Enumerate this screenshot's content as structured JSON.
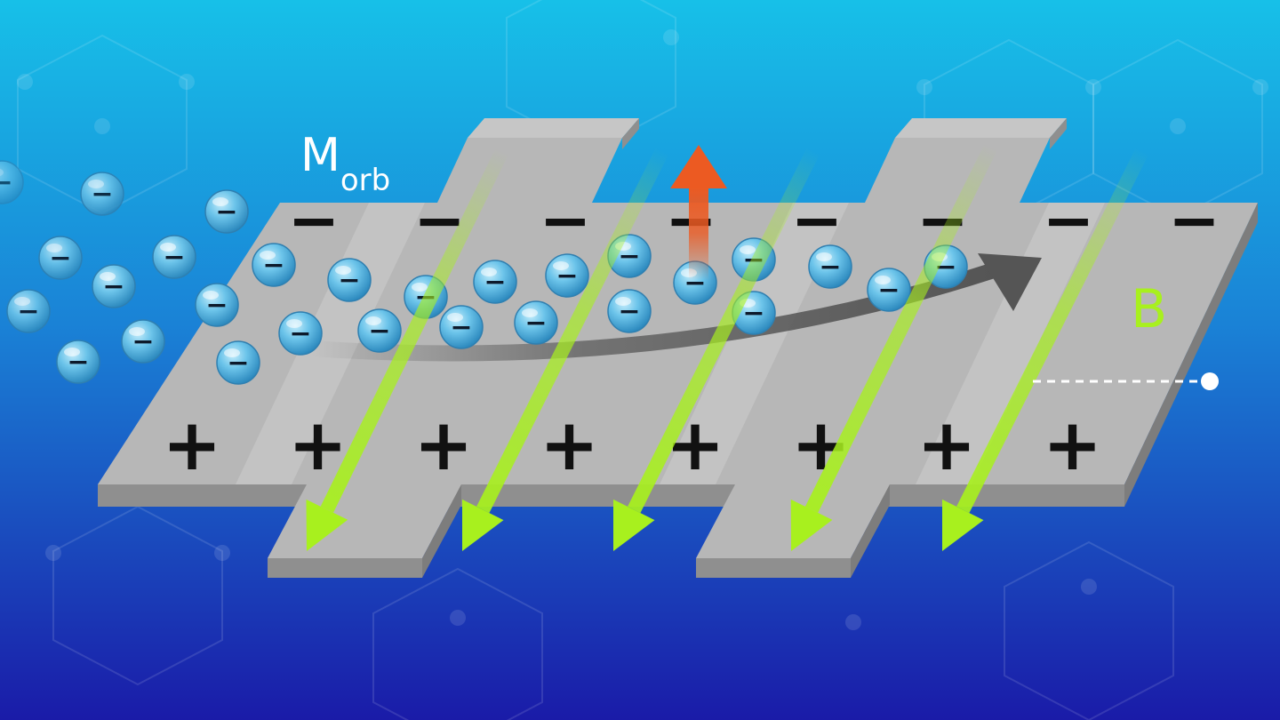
{
  "labels": {
    "moment_main": "M",
    "moment_sub": "orb",
    "field": "B"
  },
  "symbols": {
    "negative_charge": "−",
    "positive_charge": "+",
    "electron": "−"
  },
  "colors": {
    "background_top": "#17c0e8",
    "background_bottom": "#1a1ba8",
    "slab_top": "#b7b7b7",
    "slab_stripe": "#c4c4c4",
    "slab_edge": "#8f8f8f",
    "field_arrow": "#a8f01e",
    "moment_arrow": "#ec5a22",
    "current_arrow": "#555555",
    "electron": "#66bfe6",
    "text_white": "#ffffff",
    "field_label": "#a8f01e"
  },
  "icons": {
    "electron": "electron-icon",
    "field_arrow": "field-arrow-icon",
    "moment_arrow": "moment-arrow-icon",
    "current_arrow": "curved-arrow-icon"
  }
}
